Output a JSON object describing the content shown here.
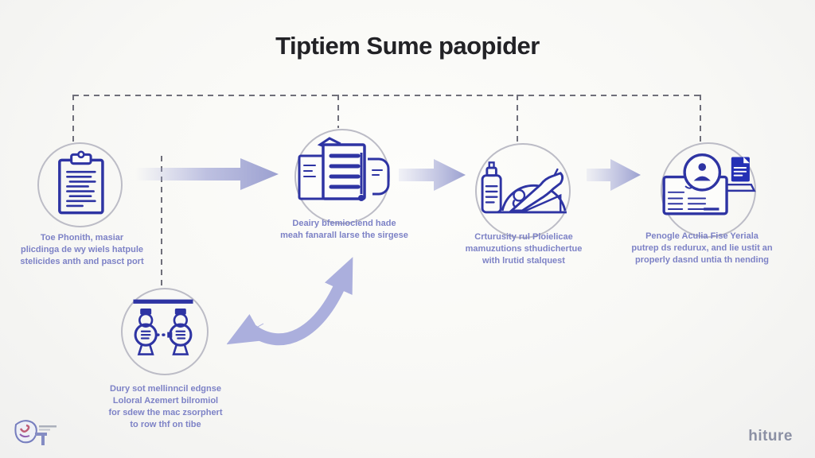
{
  "title": "Tiptiem Sume paopider",
  "watermark": "hiture",
  "colors": {
    "icon_stroke": "#2e34a3",
    "icon_fill_dark": "#2430b5",
    "caption_text": "#7d82c6",
    "title_text": "#222226",
    "arrow": "#a7abd8",
    "dashed_connector": "#6f6f7a",
    "circle_outline": "#bcbcc6",
    "background": "#f8f8f5"
  },
  "steps": [
    {
      "icon": "clipboard-checklist-icon",
      "lines": [
        "Toe Phonith, masiar",
        "plicdinga de wy wiels hatpule",
        "stelicides anth and pasct port"
      ]
    },
    {
      "icon": "document-transform-icon",
      "lines": [
        "Deairy bfemiociend hade",
        "meah fanarall larse the sirgese"
      ]
    },
    {
      "icon": "horse-vaccine-icon",
      "lines": [
        "Crturusity rul Ploielicae",
        "mamuzutions sthudichertue",
        "with lrutid stalquest"
      ]
    },
    {
      "icon": "id-card-form-icon",
      "lines": [
        "Penogle Aculia Fise Yeriala",
        "putrep ds redurux, and lie ustit an",
        "properly dasnd untia th nending"
      ]
    }
  ],
  "subnode": {
    "icon": "two-agents-icon",
    "lines": [
      "Dury sot mellinncil edgnse",
      "Loloral Azemert bilromiol",
      "for sdew the mac zsorphert",
      "to row thf on tibe"
    ]
  }
}
